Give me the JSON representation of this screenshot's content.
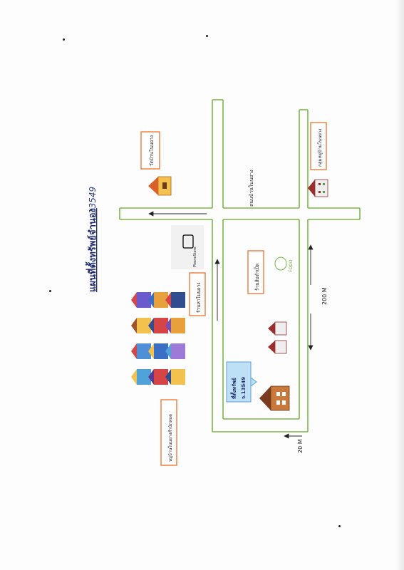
{
  "map": {
    "title": "แผนที่ตั้งทรัพย์จำนอง",
    "handwritten_ref": "13549",
    "labels": {
      "temple": "วัดบ้านโนนยาง",
      "phone_store": "PhoneStore",
      "shop_nonyang": "ร้านหาโนนยาง",
      "road_name": "ถนนบ้านโนนยาง",
      "restaurant": "ร้านส้มตำเป็ด",
      "food_logo_text": "FOOD",
      "community_top": "กลุ่มหมู่บ้านโนนยาง",
      "village_bottom": "หมู่บ้านโนนยางสำนักหมด",
      "property_line1": "ที่ตั้งทรัพย์",
      "property_line2": "จ.13549",
      "distance_200m": "200 M",
      "distance_20m": "20 M"
    },
    "colors": {
      "road": "#7ab648",
      "label_border": "#f07a3a",
      "property_fill": "#bde0f7",
      "property_border": "#5aa0d8",
      "arrow": "#222222",
      "title": "#1f2a6b"
    }
  }
}
